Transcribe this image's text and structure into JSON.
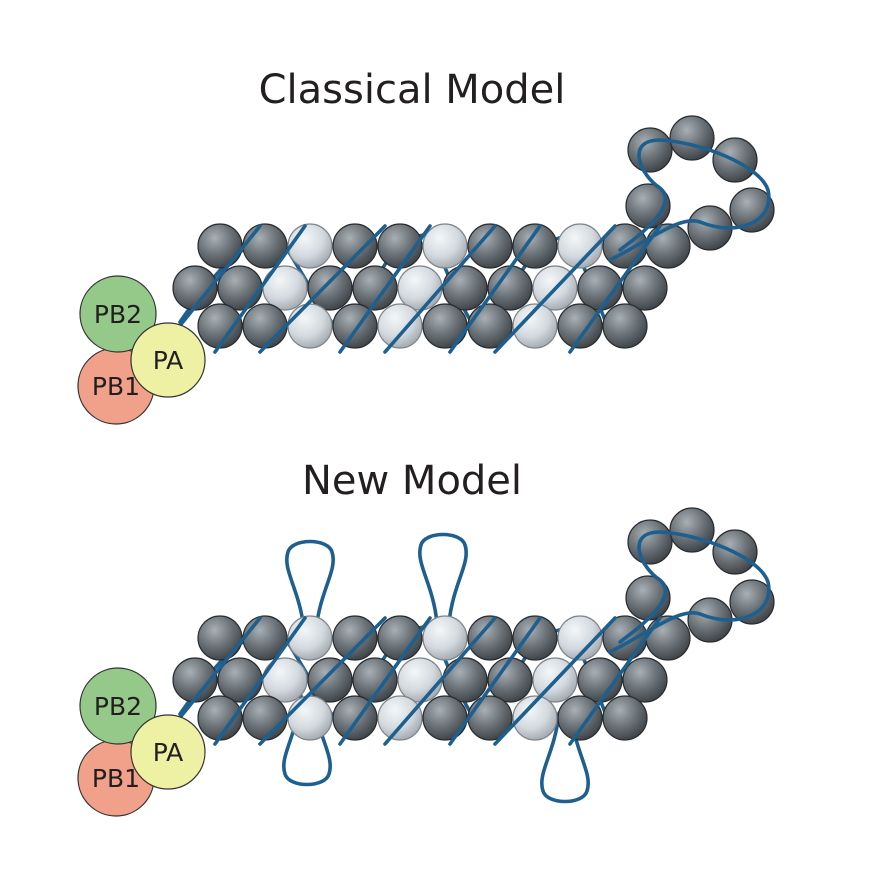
{
  "diagram": {
    "panels": [
      {
        "id": "classical",
        "title": "Classical Model",
        "loops": false
      },
      {
        "id": "new",
        "title": "New Model",
        "loops": true
      }
    ],
    "polymerase": {
      "subunits": [
        {
          "label": "PB2",
          "color": "#95c98a"
        },
        {
          "label": "PA",
          "color": "#eef0a4"
        },
        {
          "label": "PB1",
          "color": "#f1a08a"
        }
      ]
    },
    "colors": {
      "rna": "#1d5f8e",
      "np_dark": "#6b7277",
      "np_light": "#d3d9de"
    }
  }
}
